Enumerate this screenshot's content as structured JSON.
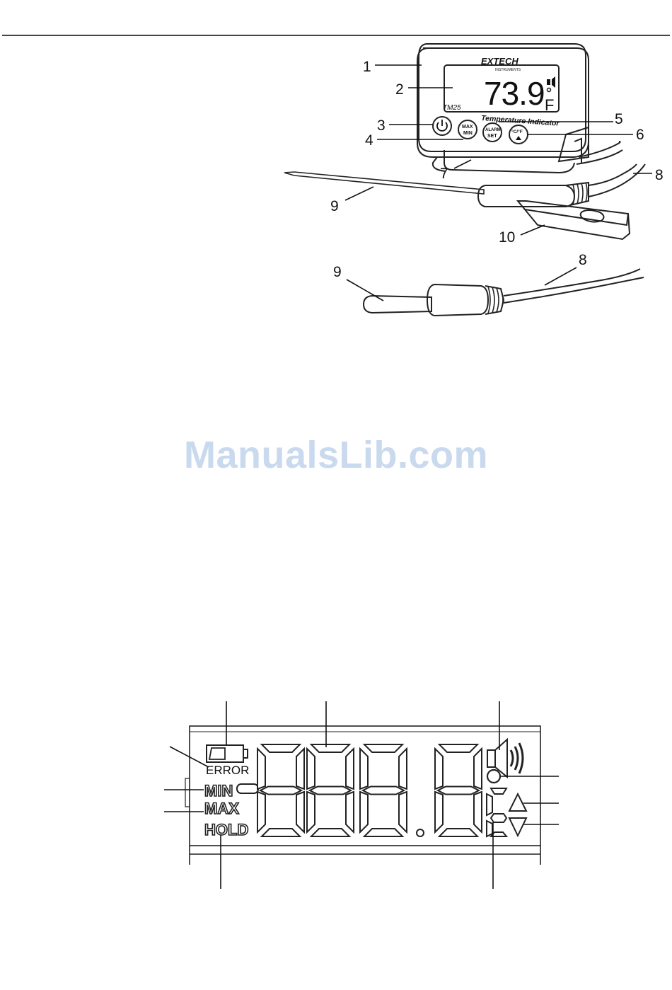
{
  "watermark": "ManualsLib.com",
  "device": {
    "brand": "EXTECH",
    "brand_sub": "INSTRUMENTS",
    "reading": "73.9",
    "unit": "F",
    "model": "TM25",
    "product_name": "Temperature Indicator",
    "buttons": {
      "maxmin_top": "MAX",
      "maxmin_bottom": "MIN",
      "alarm_top": "ALARM",
      "alarm_bottom": "SET",
      "unit_top": "°C/°F"
    }
  },
  "callouts": [
    "1",
    "2",
    "3",
    "4",
    "5",
    "6",
    "7",
    "8",
    "9",
    "10"
  ],
  "probe_callouts": [
    "9",
    "8"
  ],
  "lcd": {
    "error_label": "ERROR",
    "min_label": "MIN",
    "max_label": "MAX",
    "hold_label": "HOLD"
  }
}
